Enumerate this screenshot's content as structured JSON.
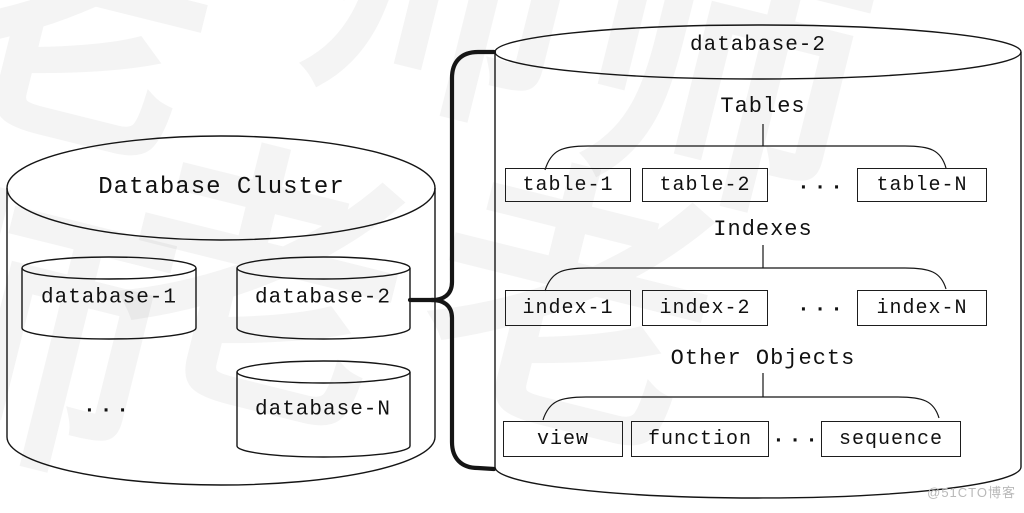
{
  "watermark": {
    "brand": "@51CTO博客",
    "glyphs": [
      "老",
      "师",
      "老",
      "师",
      "老",
      "师"
    ]
  },
  "cluster": {
    "title": "Database Cluster",
    "items": [
      "database-1",
      "database-2",
      "database-N"
    ],
    "more": "..."
  },
  "database": {
    "title": "database-2",
    "sections": [
      {
        "label": "Tables",
        "items": [
          "table-1",
          "table-2",
          "table-N"
        ],
        "more": "..."
      },
      {
        "label": "Indexes",
        "items": [
          "index-1",
          "index-2",
          "index-N"
        ],
        "more": "..."
      },
      {
        "label": "Other Objects",
        "items": [
          "view",
          "function",
          "sequence"
        ],
        "more": "..."
      }
    ]
  }
}
